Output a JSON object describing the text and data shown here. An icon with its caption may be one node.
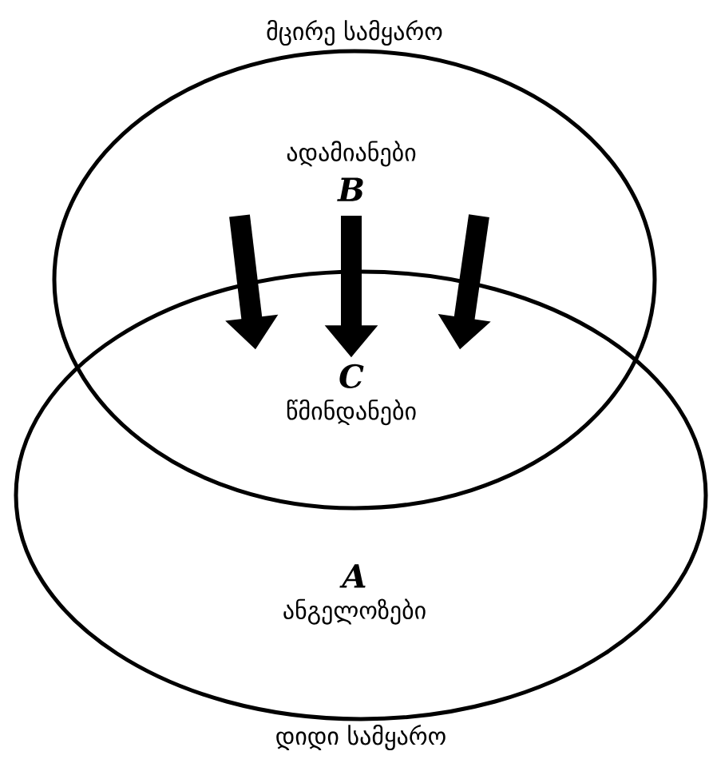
{
  "diagram": {
    "nodes": [
      {
        "text": [
          "მცირე სამყარო"
        ]
      },
      {
        "text": [
          "დიდი სამყარო"
        ]
      },
      {
        "text": [
          "ადამიანები",
          "B"
        ],
        "in": 0
      },
      {
        "text": [
          "C",
          "წმინდანები"
        ]
      },
      {
        "text": [
          "A",
          "ანგელოზები"
        ],
        "in": 1
      }
    ],
    "edges": [
      {
        "from": 2,
        "to": 3,
        "arrow": "to"
      },
      {
        "from": 2,
        "to": 3,
        "arrow": "to"
      },
      {
        "from": 2,
        "to": 3,
        "arrow": "to"
      }
    ]
  }
}
